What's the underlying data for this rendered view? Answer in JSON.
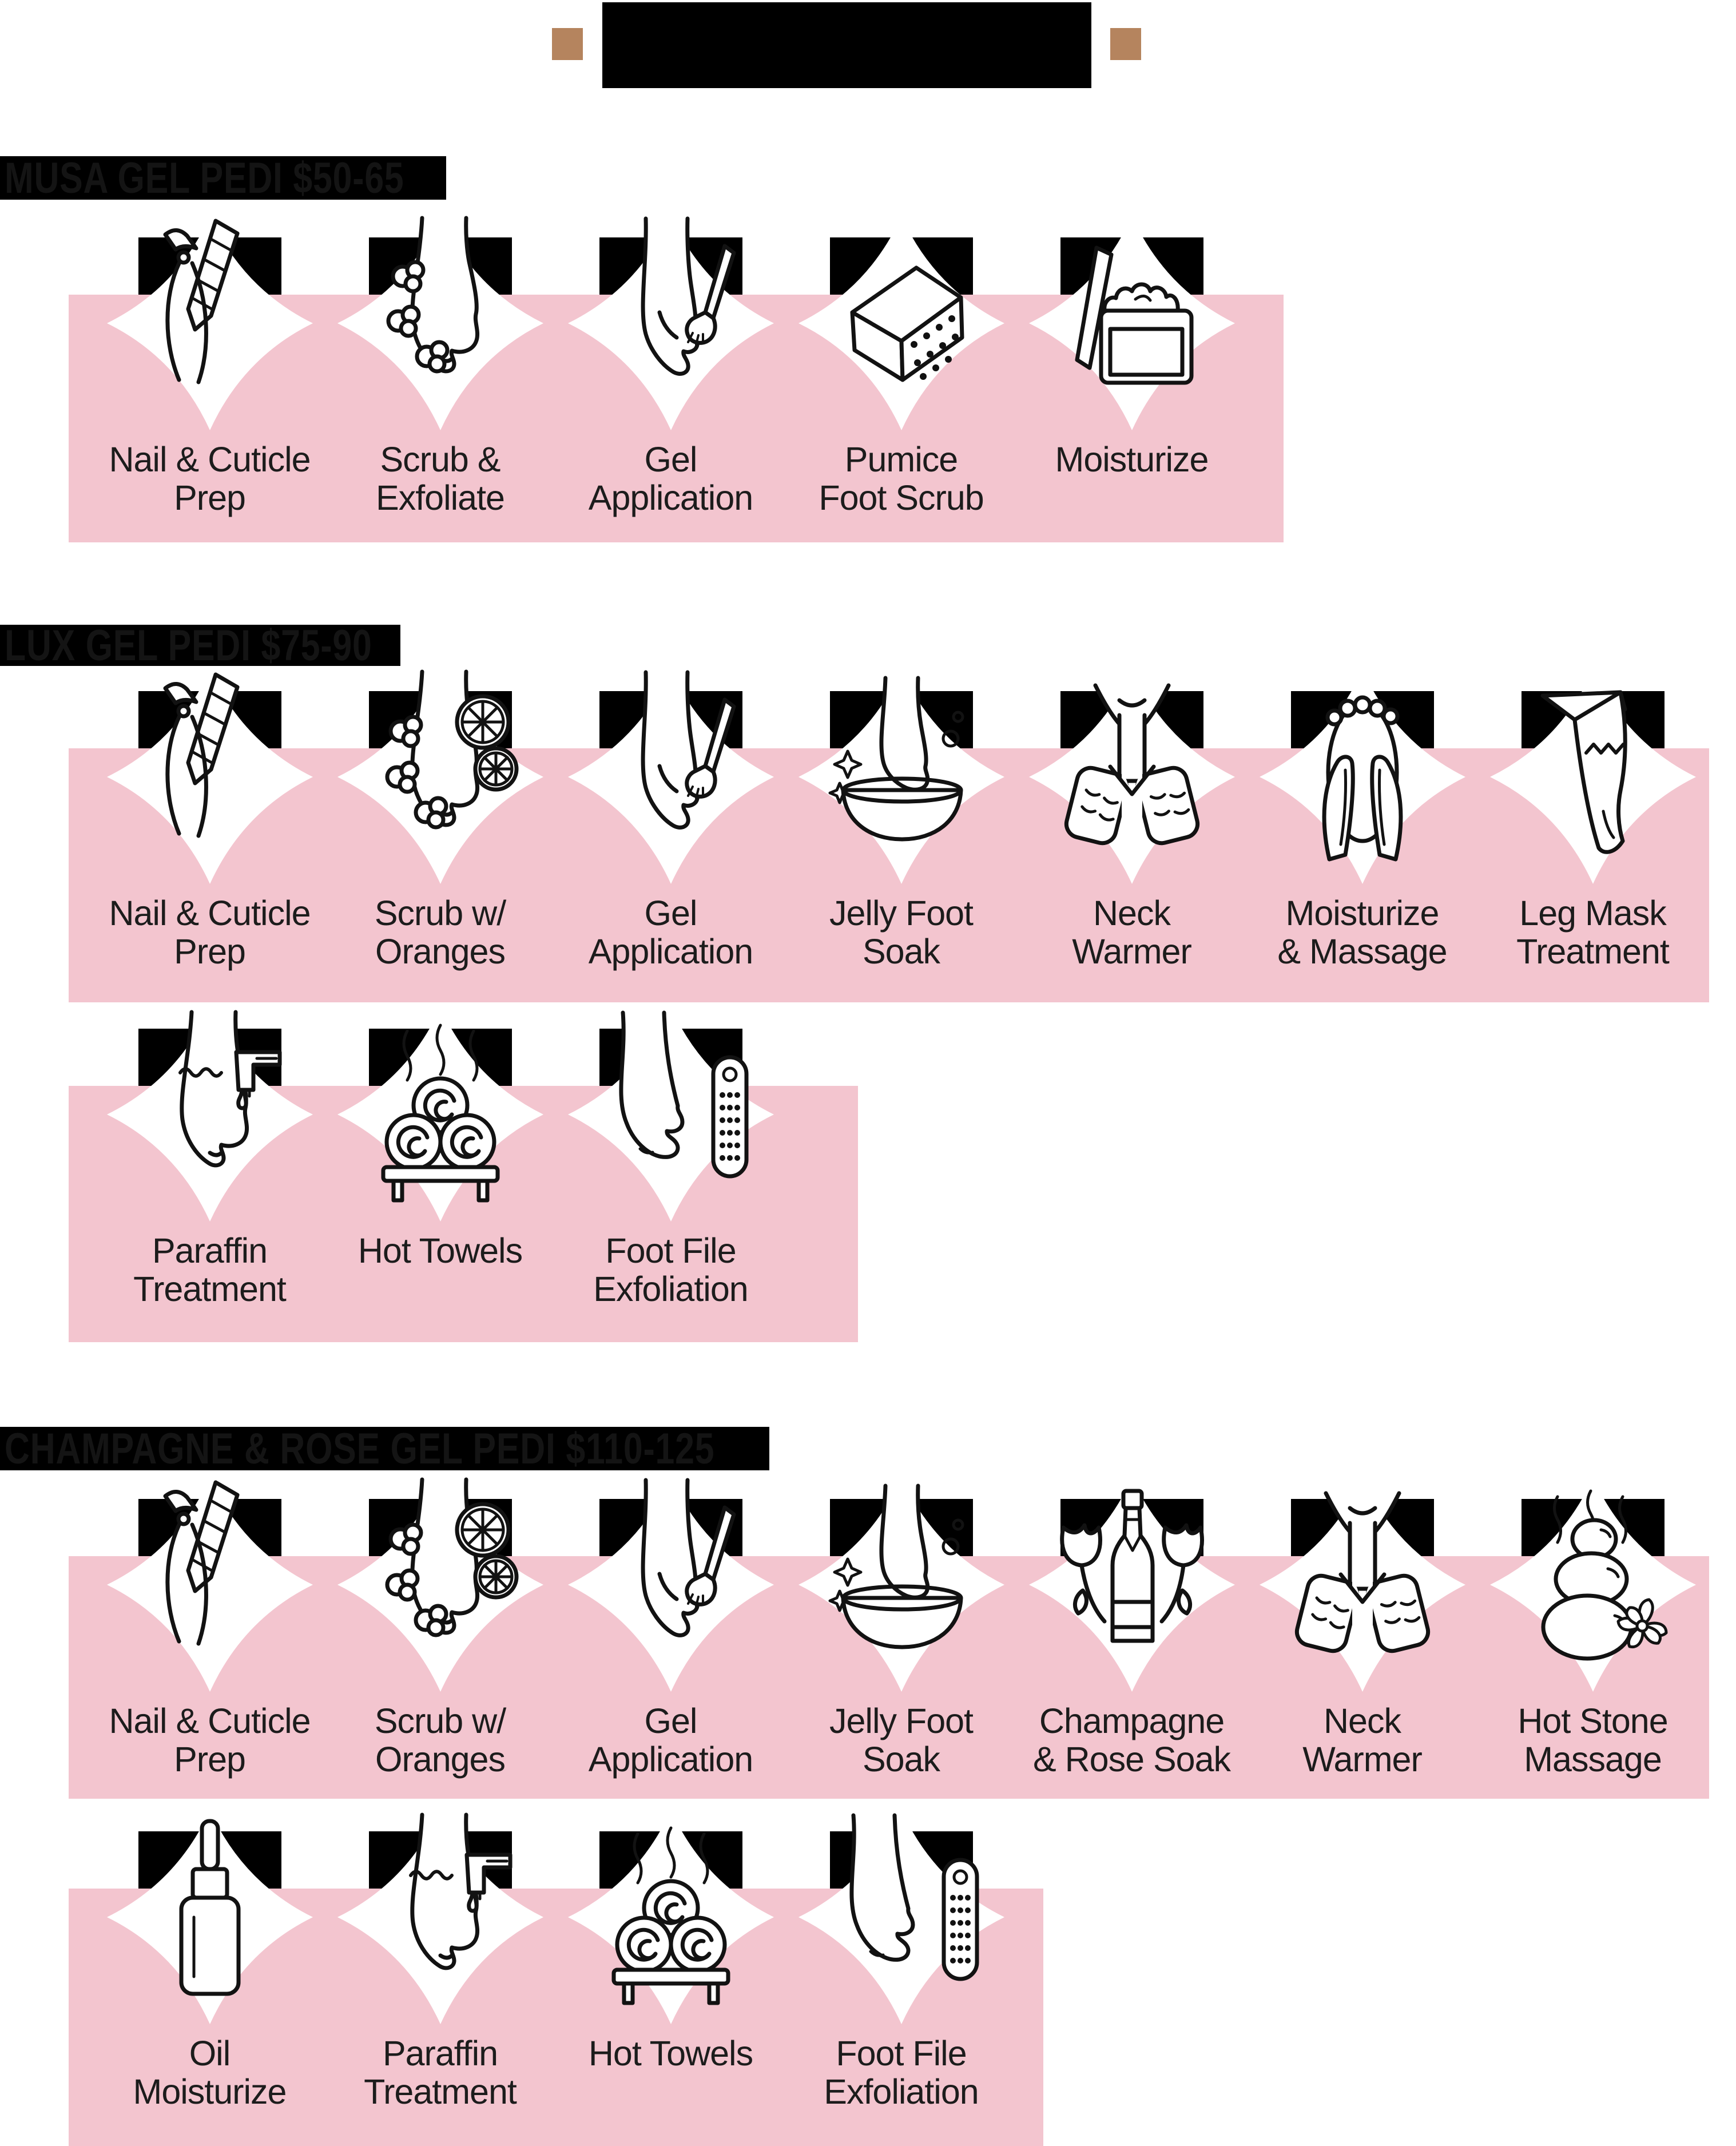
{
  "title": {
    "bar_text": "",
    "note": "solid black title banner flanked by two small tan squares"
  },
  "colors": {
    "banner_pink": "#f3c5cf",
    "bar_black": "#000000",
    "bar_text_dark": "#141414",
    "label_text": "#1c1c1c",
    "accent_brown": "#b5845e",
    "icon_stroke": "#121212",
    "tile_white": "#ffffff"
  },
  "sections": [
    {
      "header": "MUSA GEL PEDI $50-65",
      "rows": [
        {
          "steps": [
            {
              "label": "Nail & Cuticle\nPrep",
              "icon": "nail-clippers-file-icon"
            },
            {
              "label": "Scrub &\nExfoliate",
              "icon": "foot-scrub-icon"
            },
            {
              "label": "Gel\nApplication",
              "icon": "gel-brush-foot-icon"
            },
            {
              "label": "Pumice\nFoot Scrub",
              "icon": "pumice-stone-icon"
            },
            {
              "label": "Moisturize",
              "icon": "cream-jar-icon"
            }
          ]
        }
      ]
    },
    {
      "header": "LUX GEL PEDI $75-90",
      "rows": [
        {
          "steps": [
            {
              "label": "Nail & Cuticle\nPrep",
              "icon": "nail-clippers-file-icon"
            },
            {
              "label": "Scrub w/\nOranges",
              "icon": "foot-scrub-oranges-icon"
            },
            {
              "label": "Gel\nApplication",
              "icon": "gel-brush-foot-icon"
            },
            {
              "label": "Jelly Foot\nSoak",
              "icon": "foot-soak-bowl-icon"
            },
            {
              "label": "Neck\nWarmer",
              "icon": "neck-warmer-icon"
            },
            {
              "label": "Moisturize\n& Massage",
              "icon": "foot-massage-hands-icon"
            },
            {
              "label": "Leg Mask\nTreatment",
              "icon": "leg-mask-icon"
            }
          ]
        },
        {
          "steps": [
            {
              "label": "Paraffin\nTreatment",
              "icon": "paraffin-foot-icon"
            },
            {
              "label": "Hot Towels",
              "icon": "hot-towels-icon"
            },
            {
              "label": "Foot File\nExfoliation",
              "icon": "foot-file-icon"
            }
          ]
        }
      ]
    },
    {
      "header": "CHAMPAGNE & ROSE GEL PEDI $110-125",
      "rows": [
        {
          "steps": [
            {
              "label": "Nail & Cuticle\nPrep",
              "icon": "nail-clippers-file-icon"
            },
            {
              "label": "Scrub w/\nOranges",
              "icon": "foot-scrub-oranges-icon"
            },
            {
              "label": "Gel\nApplication",
              "icon": "gel-brush-foot-icon"
            },
            {
              "label": "Jelly Foot\nSoak",
              "icon": "foot-soak-bowl-icon"
            },
            {
              "label": "Champagne\n& Rose Soak",
              "icon": "champagne-roses-icon"
            },
            {
              "label": "Neck\nWarmer",
              "icon": "neck-warmer-icon"
            },
            {
              "label": "Hot Stone\nMassage",
              "icon": "hot-stones-icon"
            }
          ]
        },
        {
          "steps": [
            {
              "label": "Oil\nMoisturize",
              "icon": "oil-dropper-icon"
            },
            {
              "label": "Paraffin\nTreatment",
              "icon": "paraffin-foot-icon"
            },
            {
              "label": "Hot Towels",
              "icon": "hot-towels-icon"
            },
            {
              "label": "Foot File\nExfoliation",
              "icon": "foot-file-icon"
            }
          ]
        }
      ]
    }
  ]
}
